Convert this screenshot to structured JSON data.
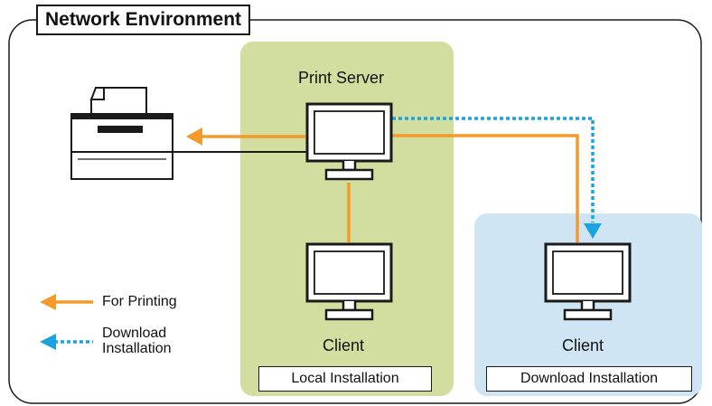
{
  "title": "Network Environment",
  "nodes": {
    "print_server": {
      "label": "Print Server",
      "icon": "monitor-icon"
    },
    "local_client": {
      "label": "Client",
      "icon": "monitor-icon"
    },
    "remote_client": {
      "label": "Client",
      "icon": "monitor-icon"
    },
    "printer": {
      "icon": "printer-icon"
    }
  },
  "zones": {
    "local": {
      "label": "Local Installation",
      "color": "#d2dea0"
    },
    "download": {
      "label": "Download Installation",
      "color": "#cfe5f3"
    }
  },
  "legend": {
    "printing": {
      "label": "For Printing",
      "color": "#f39a2b"
    },
    "download": {
      "label_line1": "Download",
      "label_line2": "Installation",
      "color": "#1aa3e0"
    }
  }
}
